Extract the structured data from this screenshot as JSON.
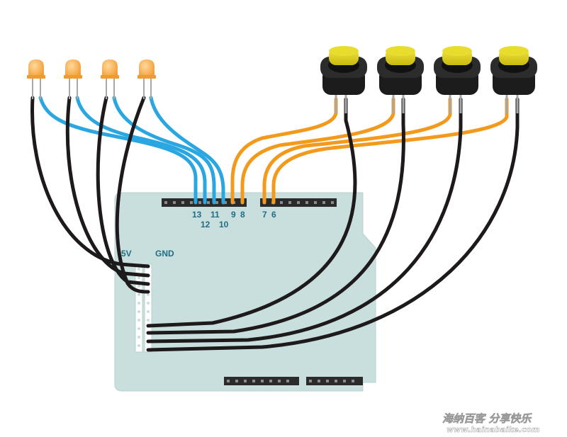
{
  "board": {
    "power_labels": {
      "five_v": "5V",
      "gnd": "GND"
    },
    "digital_pins_top": [
      "13",
      "11",
      "9",
      "8",
      "7",
      "6"
    ],
    "digital_pins_bottom": [
      "12",
      "10"
    ]
  },
  "leds": {
    "count": 4,
    "color": "#f6b04d",
    "wire_color": "#2aa6e0"
  },
  "buttons": {
    "count": 4,
    "cap_color": "#e3d51d",
    "wire_color": "#f39a1c"
  },
  "ground_wire_color": "#1e1a1c",
  "board_color": "#c9dfde",
  "watermark": {
    "text": "海纳百客 分享快乐",
    "url": "www.hainabaike.com"
  }
}
